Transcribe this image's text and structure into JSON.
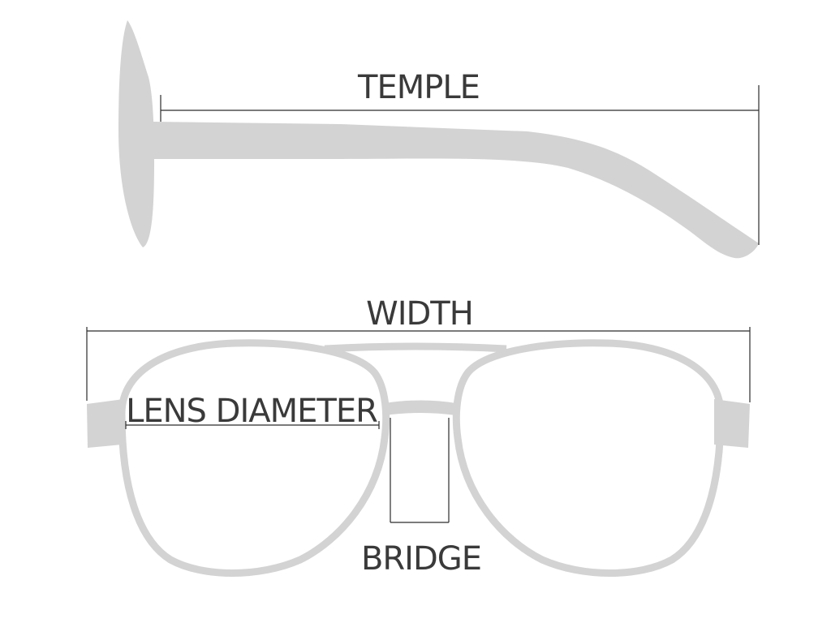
{
  "labels": {
    "temple": "TEMPLE",
    "width": "WIDTH",
    "lens_diameter": "LENS DIAMETER",
    "bridge": "BRIDGE"
  },
  "colors": {
    "frame": "#d3d3d3",
    "line": "#2c2c2c",
    "text": "#3a3a3a",
    "background": "#ffffff"
  }
}
